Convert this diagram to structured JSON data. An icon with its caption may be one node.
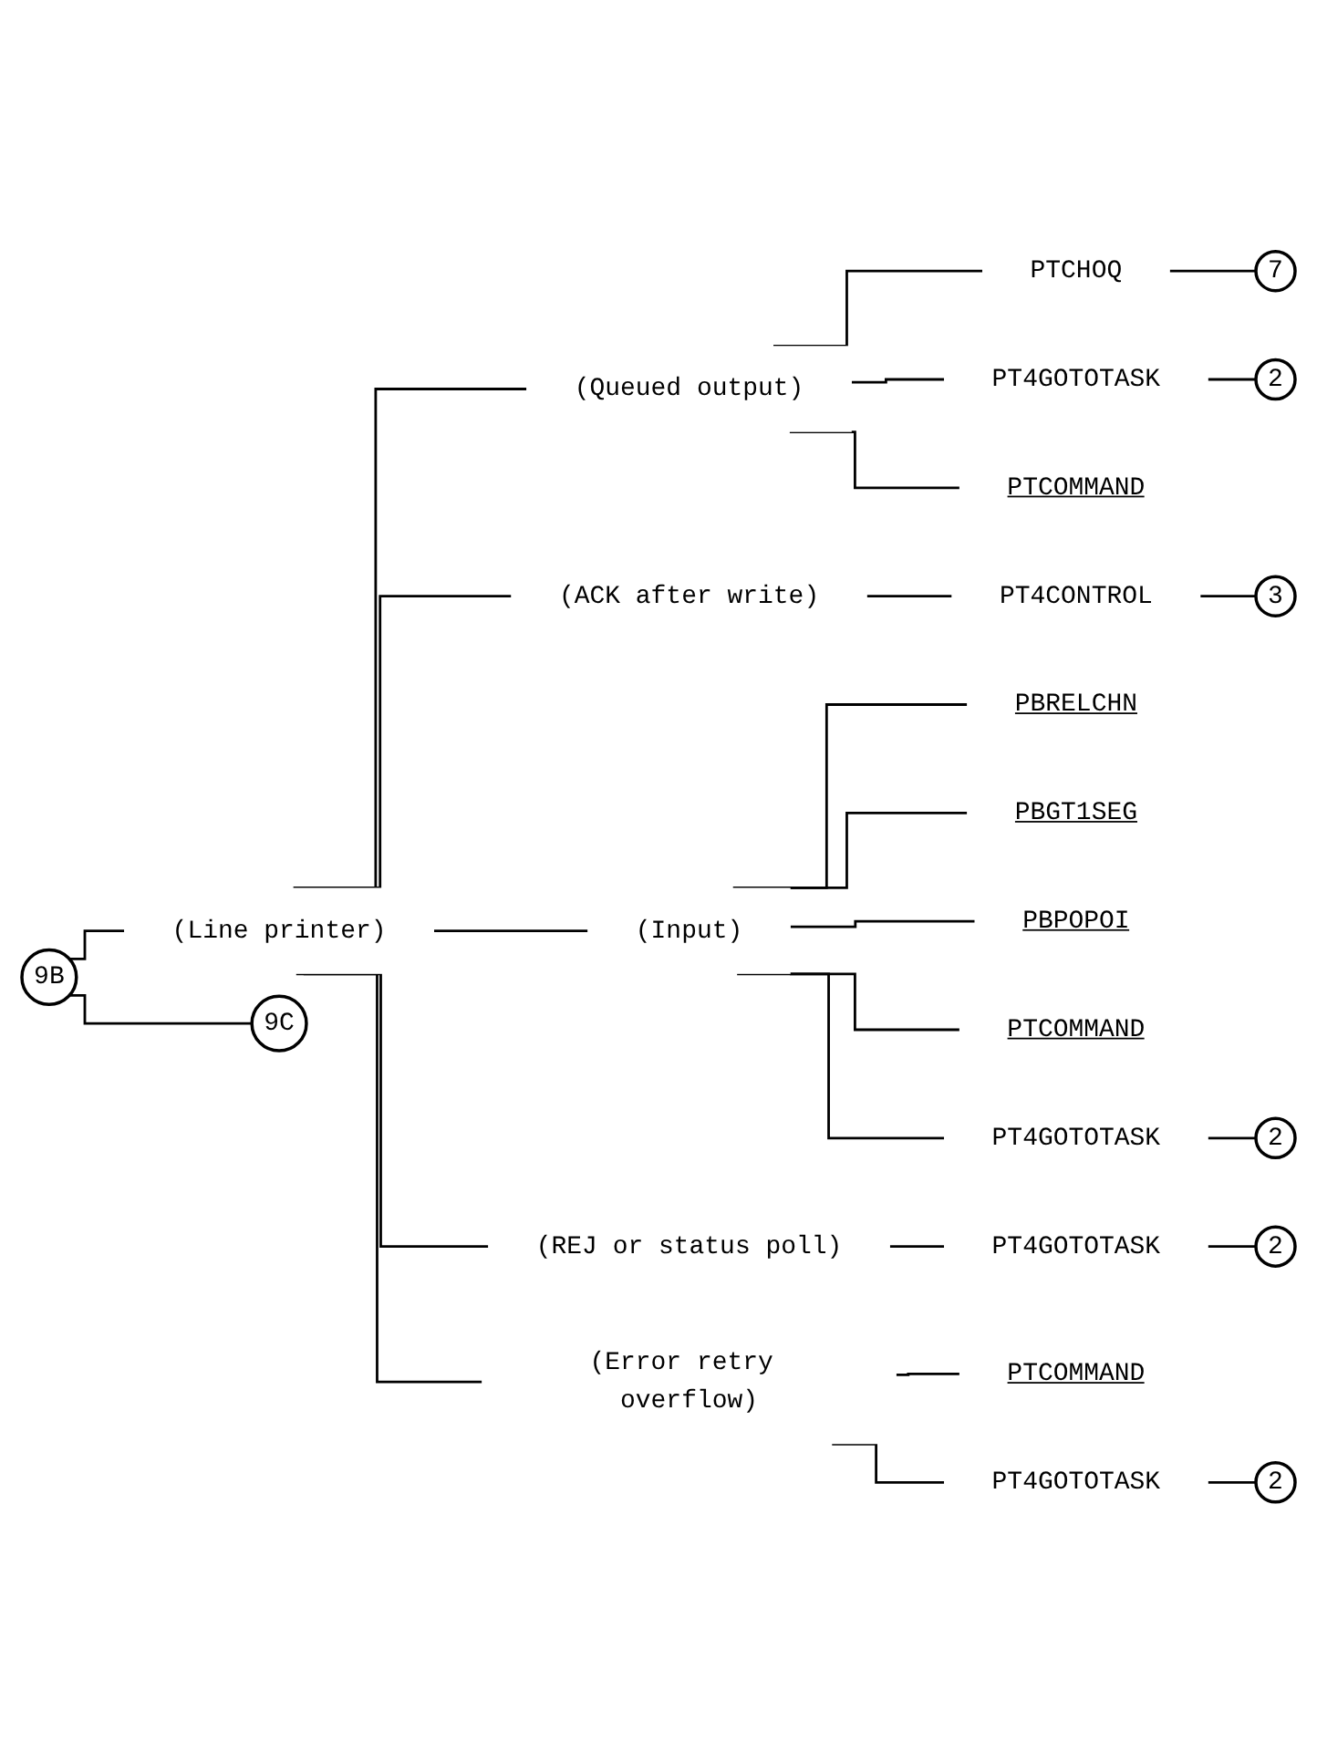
{
  "diagram": {
    "nodes": [
      {
        "text": [
          "9B"
        ]
      },
      {
        "text": [
          "(Line printer)"
        ]
      },
      {
        "text": [
          "(Queued output)"
        ]
      },
      {
        "text": [
          "PTCHOQ"
        ]
      },
      {
        "text": [
          "7"
        ]
      },
      {
        "text": [
          "PT4GOTOTASK"
        ]
      },
      {
        "text": [
          "2"
        ]
      },
      {
        "text": [
          "PTCOMMAND"
        ]
      },
      {
        "text": [
          "(ACK after write)"
        ]
      },
      {
        "text": [
          "PT4CONTROL"
        ]
      },
      {
        "text": [
          "3"
        ]
      },
      {
        "text": [
          "(Input)"
        ]
      },
      {
        "text": [
          "PBRELCHN"
        ]
      },
      {
        "text": [
          "PBGT1SEG"
        ]
      },
      {
        "text": [
          "PBPOPOI"
        ]
      },
      {
        "text": [
          "PTCOMMAND"
        ]
      },
      {
        "text": [
          "PT4GOTOTASK"
        ]
      },
      {
        "text": [
          "2"
        ]
      },
      {
        "text": [
          "(REJ or status poll)"
        ]
      },
      {
        "text": [
          "PT4GOTOTASK"
        ]
      },
      {
        "text": [
          "2"
        ]
      },
      {
        "text": [
          "(Error retry overflow)"
        ]
      },
      {
        "text": [
          "PTCOMMAND"
        ]
      },
      {
        "text": [
          "PT4GOTOTASK"
        ]
      },
      {
        "text": [
          "2"
        ]
      },
      {
        "text": [
          "9C"
        ]
      }
    ],
    "edges": [
      {
        "from": 0,
        "to": 25,
        "arrow": "none"
      },
      {
        "from": 0,
        "to": 1,
        "arrow": "none"
      },
      {
        "from": 1,
        "to": 2,
        "arrow": "none"
      },
      {
        "from": 2,
        "to": 3,
        "arrow": "none"
      },
      {
        "from": 3,
        "to": 4,
        "arrow": "none"
      },
      {
        "from": 2,
        "to": 5,
        "arrow": "none"
      },
      {
        "from": 5,
        "to": 6,
        "arrow": "none"
      },
      {
        "from": 2,
        "to": 7,
        "arrow": "none"
      },
      {
        "from": 1,
        "to": 8,
        "arrow": "none"
      },
      {
        "from": 8,
        "to": 9,
        "arrow": "none"
      },
      {
        "from": 9,
        "to": 10,
        "arrow": "none"
      },
      {
        "from": 1,
        "to": 11,
        "arrow": "none"
      },
      {
        "from": 11,
        "to": 12,
        "arrow": "none"
      },
      {
        "from": 11,
        "to": 13,
        "arrow": "none"
      },
      {
        "from": 11,
        "to": 14,
        "arrow": "none"
      },
      {
        "from": 11,
        "to": 15,
        "arrow": "none"
      },
      {
        "from": 11,
        "to": 16,
        "arrow": "none"
      },
      {
        "from": 16,
        "to": 17,
        "arrow": "none"
      },
      {
        "from": 1,
        "to": 18,
        "arrow": "none"
      },
      {
        "from": 18,
        "to": 19,
        "arrow": "none"
      },
      {
        "from": 19,
        "to": 20,
        "arrow": "none"
      },
      {
        "from": 1,
        "to": 21,
        "arrow": "none"
      },
      {
        "from": 21,
        "to": 22,
        "arrow": "none"
      },
      {
        "from": 21,
        "to": 23,
        "arrow": "none"
      },
      {
        "from": 23,
        "to": 24,
        "arrow": "none"
      }
    ]
  }
}
